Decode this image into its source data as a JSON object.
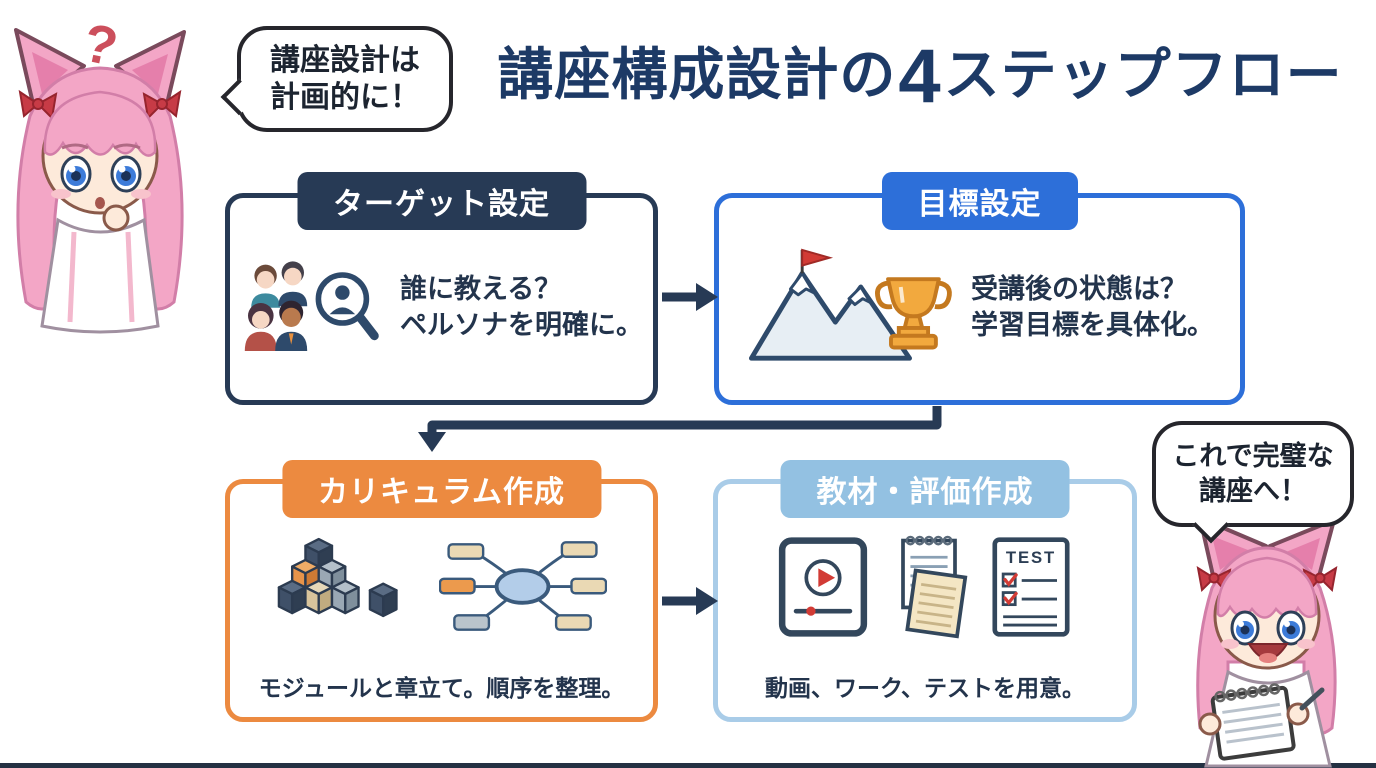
{
  "title": {
    "part1": "講座構成設計の",
    "number": "4",
    "part2": "ステップフロー"
  },
  "bubble_top_left": {
    "line1": "講座設計は",
    "line2": "計画的に！"
  },
  "bubble_bottom_right": {
    "line1": "これで完璧な",
    "line2": "講座へ！"
  },
  "steps": [
    {
      "label": "ターゲット設定",
      "line1": "誰に教える？",
      "line2": "ペルソナを明確に。",
      "accent_color": "#273a55",
      "icons": [
        "people-group-icon",
        "magnifier-persona-icon"
      ]
    },
    {
      "label": "目標設定",
      "line1": "受講後の状態は？",
      "line2": "学習目標を具体化。",
      "accent_color": "#2d6fd9",
      "icons": [
        "mountain-flag-icon",
        "trophy-icon"
      ]
    },
    {
      "label": "カリキュラム作成",
      "desc": "モジュールと章立て。順序を整理。",
      "accent_color": "#ec8a40",
      "icons": [
        "building-blocks-icon",
        "mindmap-icon"
      ]
    },
    {
      "label": "教材・評価作成",
      "desc": "動画、ワーク、テストを用意。",
      "accent_color": "#99c5e5",
      "test_sheet_label": "TEST",
      "icons": [
        "tablet-video-icon",
        "worksheets-icon",
        "test-sheet-icon"
      ]
    }
  ],
  "colors": {
    "title_text": "#1d3a66",
    "box1_accent": "#273a55",
    "box2_accent": "#2d6fd9",
    "box3_accent": "#ec8a40",
    "box4_accent": "#99c5e5",
    "arrow": "#273a55",
    "flag_red": "#d23b35",
    "trophy_gold": "#f2a93e",
    "mascot_hair_pink": "#f3a6c6"
  }
}
